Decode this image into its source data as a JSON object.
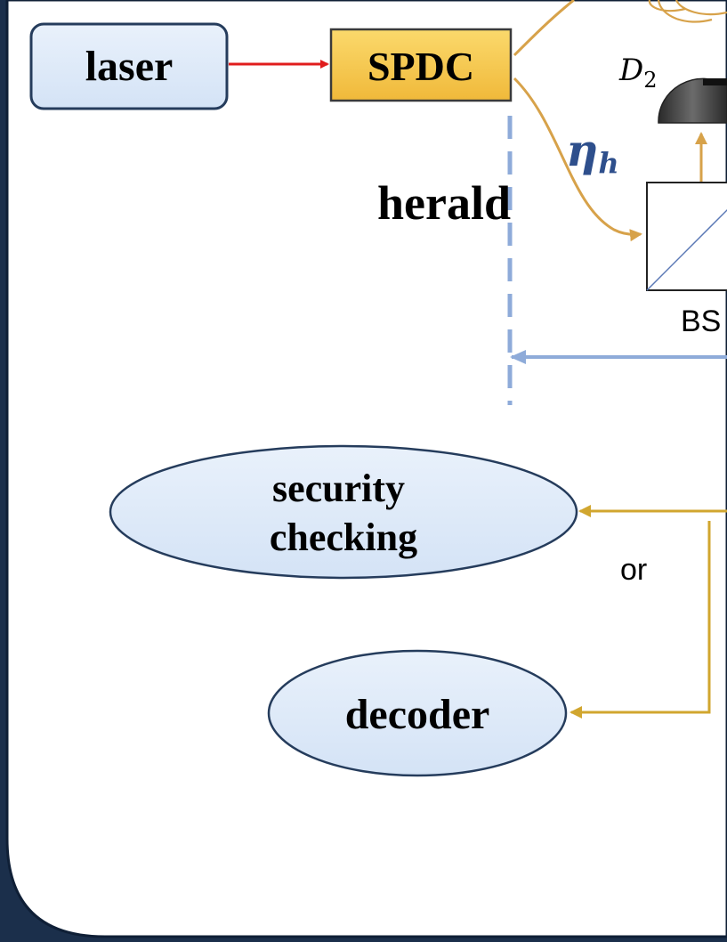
{
  "nodes": {
    "laser": "laser",
    "spdc": "SPDC",
    "security_checking": [
      "security",
      "checking"
    ],
    "decoder": "decoder",
    "bs": "BS"
  },
  "labels": {
    "herald": "herald",
    "eta_main": "η",
    "eta_sub": "h",
    "d2_main": "D",
    "d2_sub": "2",
    "or": "or"
  },
  "colors": {
    "frame_dark": "#1b2f4b",
    "panel": "#ffffff",
    "node_fill": "#dde9f8",
    "spdc_fill": "#f7c94f",
    "beam_gold": "#d7a24a",
    "classical_gold": "#d1a62f",
    "laser_red": "#e01c1c",
    "herald_blue": "#8eabd9",
    "eta_blue": "#2e4f8c"
  }
}
